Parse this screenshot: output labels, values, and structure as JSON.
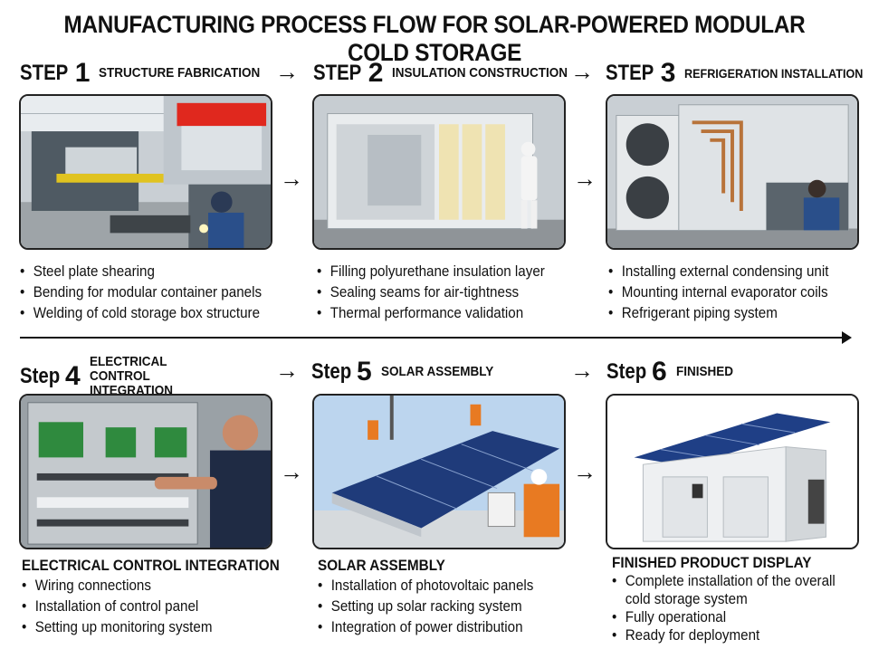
{
  "title": "MANUFACTURING PROCESS FLOW FOR SOLAR-POWERED MODULAR COLD STORAGE",
  "arrow_glyph": "→",
  "steps": [
    {
      "word": "STEP",
      "num": "1",
      "name": "STRUCTURE FABRICATION",
      "bullets": [
        "Steel plate shearing",
        "Bending for modular container panels",
        "Welding of cold storage box structure"
      ]
    },
    {
      "word": "STEP",
      "num": "2",
      "name": "INSULATION CONSTRUCTION",
      "bullets": [
        "Filling polyurethane insulation layer",
        "Sealing seams for air-tightness",
        "Thermal performance validation"
      ]
    },
    {
      "word": "STEP",
      "num": "3",
      "name": "REFRIGERATION INSTALLATION",
      "bullets": [
        "Installing external condensing unit",
        "Mounting internal evaporator coils",
        "Refrigerant piping system"
      ]
    },
    {
      "word": "Step",
      "num": "4",
      "name": "ELECTRICAL CONTROL INTEGRATION",
      "caption": "ELECTRICAL CONTROL INTEGRATION",
      "bullets": [
        "Wiring connections",
        "Installation of control panel",
        "Setting up monitoring system"
      ]
    },
    {
      "word": "Step",
      "num": "5",
      "name": "SOLAR ASSEMBLY",
      "caption": "SOLAR ASSEMBLY",
      "bullets": [
        "Installation of photovoltaic panels",
        "Setting up solar racking system",
        "Integration of power distribution"
      ]
    },
    {
      "word": "Step",
      "num": "6",
      "name": "FINISHED",
      "caption": "FINISHED PRODUCT DISPLAY",
      "bullets": [
        "Complete installation of the overall cold storage system",
        "Fully operational",
        "Ready for deployment"
      ]
    }
  ]
}
